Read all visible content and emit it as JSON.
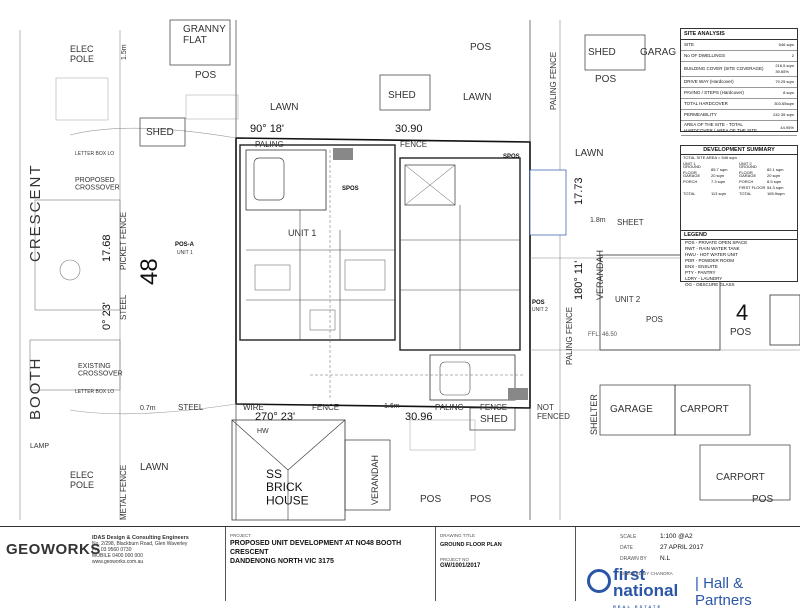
{
  "plan_labels": {
    "elec_pole_top": "ELEC\nPOLE",
    "granny_flat": "GRANNY\nFLAT",
    "pos_1": "POS",
    "pos_2": "POS",
    "pos_3": "POS",
    "pos_4": "POS",
    "pos_5": "POS",
    "pos_6": "POS",
    "pos_7": "POS",
    "shed_top_right": "SHED",
    "garage_top_right": "GARAG",
    "shed_mid": "SHED",
    "lawn_top": "LAWN",
    "lawn_top_right": "LAWN",
    "lawn_right": "LAWN",
    "lawn_left_bottom": "LAWN",
    "shed_left": "SHED",
    "angle_top": "90° 18'",
    "dim_top": "30.90",
    "paling_top": "PALING",
    "fence_top": "FENCE",
    "paling_fence_right_top": "PALING FENCE",
    "crescent": "CRESCENT",
    "booth": "BOOTH",
    "letter_box_top": "LETTER BOX LO",
    "proposed_crossover": "PROPOSED\nCROSSOVER",
    "dim_left": "17.68",
    "angle_left": "0° 23'",
    "lot_number": "48",
    "picket_fence": "PICKET FENCE",
    "steel_left": "STEEL",
    "existing_crossover": "EXISTING\nCROSSOVER",
    "letter_box_bottom": "LETTER BOX LO",
    "angle_bottom": "270° 23'",
    "dim_bottom": "30.96",
    "steel_bottom": "STEEL",
    "wire_bottom": "WIRE",
    "fence_bottom": "FENCE",
    "paling_bottom": "PALING",
    "fence_bottom_right": "FENCE",
    "shed_bottom": "SHED",
    "not_fenced": "NOT\nFENCED",
    "dim_bottom_left": "0.7m",
    "dim_bottom_mid": "1.6m",
    "lamp": "LAMP",
    "elec_pole_bottom": "ELEC\nPOLE",
    "metal_fence": "METAL FENCE",
    "ss_brick_house": "SS\nBRICK\nHOUSE",
    "verandah_bottom": "VERANDAH",
    "angle_right": "180° 11'",
    "dim_right": "17.73",
    "verandah_right": "VERANDAH",
    "unit_2_right": "UNIT 2",
    "pos_right": "POS",
    "number_4": "4",
    "sheet_label": "SHEET",
    "ffl": "FFL: 46.50",
    "shelter": "SHELTER",
    "garage_right": "GARAGE",
    "carport_right_1": "CARPORT",
    "carport_right_2": "CARPORT",
    "paling_fence_right_bottom": "PALING FENCE",
    "unit_1": "UNIT 1",
    "pos_a": "POS-A",
    "pos_a_unit": "UNIT 1",
    "pos_b": "POS",
    "pos_b_unit": "UNIT 2",
    "spos_1": "SPOS",
    "spos_2": "SPOS",
    "hw": "HW",
    "dim_18m": "1.8m",
    "dim_15m": "1.5m"
  },
  "site_analysis": {
    "title": "SITE ANALYSIS",
    "rows": [
      {
        "label": "SITE",
        "value": "546 sqm"
      },
      {
        "label": "No OF DWELLINGS",
        "value": "2"
      },
      {
        "label": "BUILDING COVER (SITE COVERAGE)",
        "value": "216.5 sqm\n39.65%"
      },
      {
        "label": "DRIVE WAY (Hardcover)",
        "value": "79.25 sqm"
      },
      {
        "label": "PAVING / STEPS (Hardcover)",
        "value": "8 sqm"
      },
      {
        "label": "TOTAL HARDCOVER",
        "value": "303.65sqm"
      },
      {
        "label": "PERMEABILITY",
        "value": "242.35 sqm"
      },
      {
        "label": "AREA OF THE SITE - TOTAL HARDCOVER / AREA OF THE SITE",
        "value": "44.95%"
      }
    ]
  },
  "development_summary": {
    "title": "DEVELOPMENT SUMMARY",
    "total_site": "TOTAL SITE   AREA = 546 sqm",
    "unit1_label": "UNIT 1",
    "unit2_label": "UNIT 2",
    "rows": [
      [
        "GROUND FLOOR",
        "85.7 sqm",
        "GROUND FLOOR",
        "82.1 sqm"
      ],
      [
        "GARAGE",
        "20 sqm",
        "GARAGE",
        "20 sqm"
      ],
      [
        "PORCH",
        "7.3 sqm",
        "PORCH",
        "8.5 sqm"
      ],
      [
        "",
        "",
        "FIRST FLOOR",
        "54.3 sqm"
      ],
      [
        "TOTAL",
        "113 sqm",
        "TOTAL",
        "165.9sqm"
      ]
    ]
  },
  "legend": {
    "title": "LEGEND",
    "items": [
      "POS  - PRIVATE OPEN SPACE",
      "RWT  - RAIN WATER TANK",
      "HWU - HOT WATER UNIT",
      "PDR  - POWDER ROOM",
      "ENS  - ENSUITE",
      "PTY  - PANTRY",
      "LDRY - LAUNDRY",
      "OG  - OBSCURE GLASS"
    ]
  },
  "title_block": {
    "logo": "GEOWORKS",
    "firm_name": "IDAS Design & Consulting Engineers",
    "firm_lines": [
      "No. 2/298, Blackburn Road, Glen Waverley",
      "Ph: 03 9560 0730",
      "MOBILE 0400 000 000",
      "www.geoworks.com.au"
    ],
    "project_label": "PROJECT",
    "project_line1": "PROPOSED UNIT DEVELOPMENT AT NO48 BOOTH CRESCENT",
    "project_line2": "DANDENONG NORTH VIC 3175",
    "drawing_title_label": "DRAWING TITLE",
    "drawing_title": "GROUND FLOOR PLAN",
    "project_no_label": "PROJECT NO",
    "project_no": "GW/1001/2017",
    "scale_label": "SCALE",
    "scale": "1:100 @A2",
    "date_label": "DATE",
    "date": "27 APRIL 2017",
    "drawn_label": "DRAWN BY",
    "drawn": "N.L",
    "checked_label": "CHECKED BY",
    "checked": "CHANDRA",
    "agent_name": "first\nnational",
    "agent_sub": "REAL ESTATE",
    "agent_office": "| Hall & Partners"
  }
}
